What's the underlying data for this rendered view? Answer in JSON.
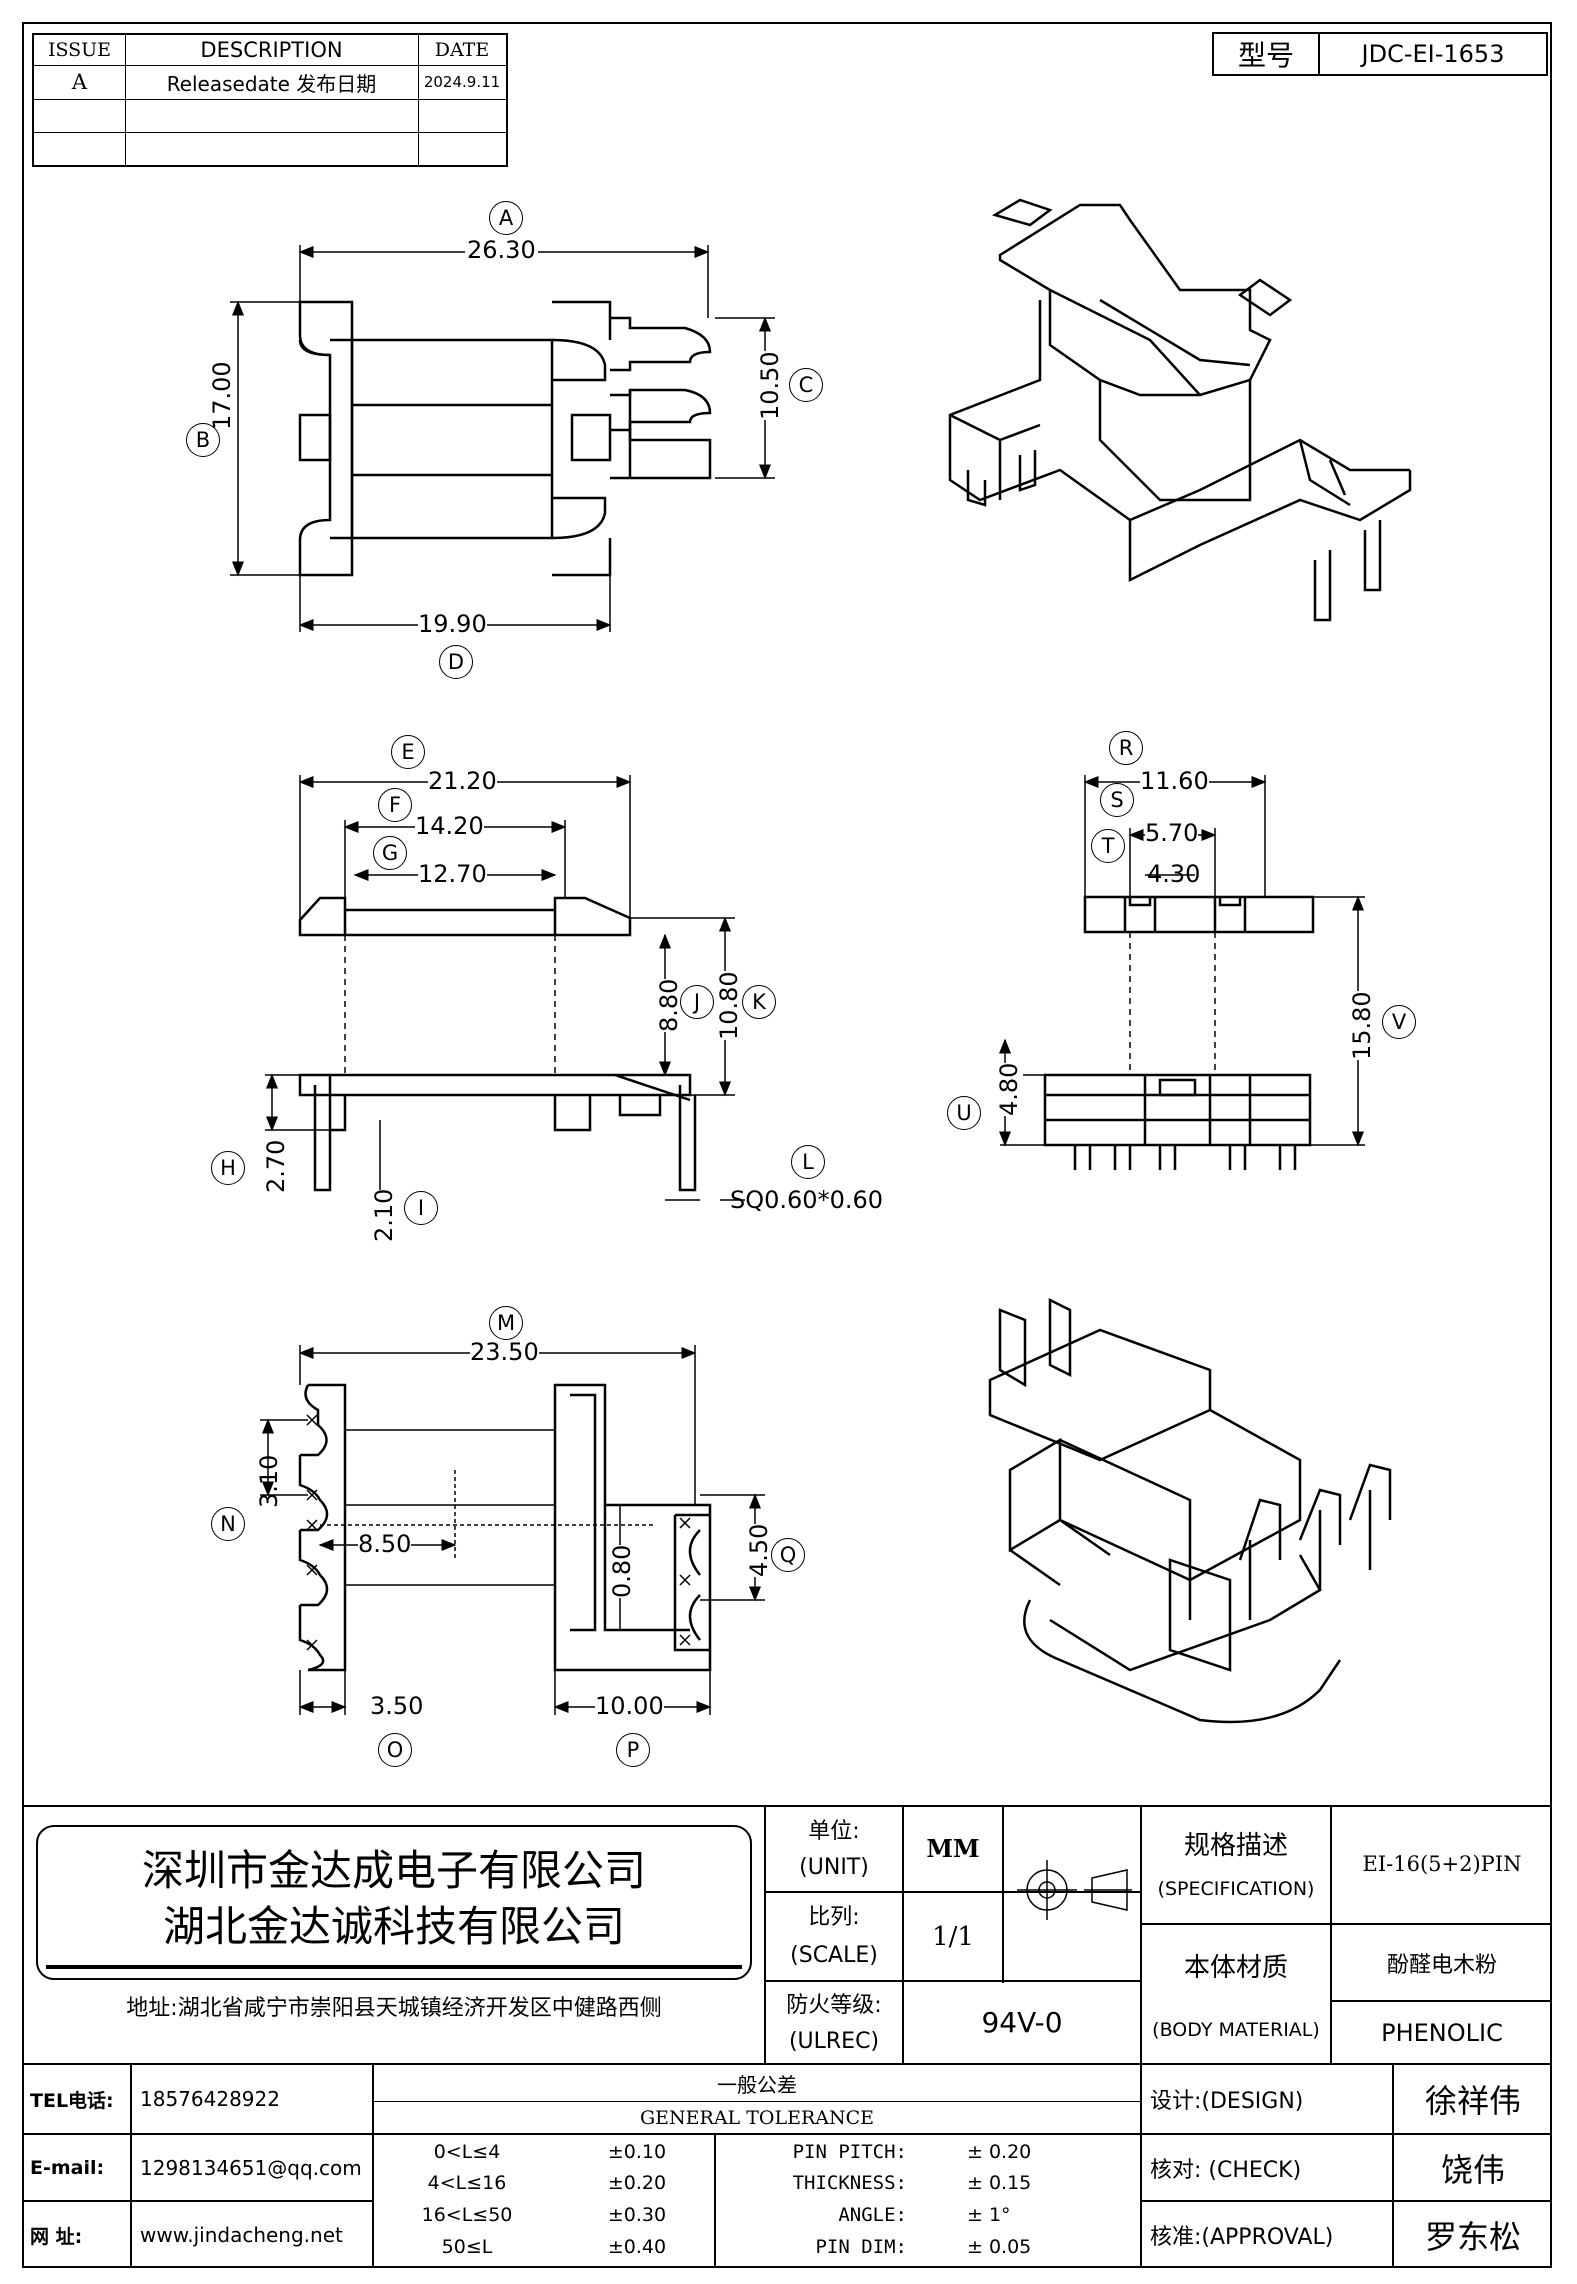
{
  "revision_table": {
    "headers": {
      "issue": "ISSUE",
      "description": "DESCRIPTION",
      "date": "DATE"
    },
    "rows": [
      {
        "issue": "A",
        "description": "Releasedate 发布日期",
        "date": "2024.9.11"
      }
    ]
  },
  "model": {
    "label": "型号",
    "value": "JDC-EI-1653"
  },
  "dimensions": {
    "A": "26.30",
    "B": "17.00",
    "C": "10.50",
    "D": "19.90",
    "E": "21.20",
    "F": "14.20",
    "G": "12.70",
    "H": "2.70",
    "I": "2.10",
    "J": "8.80",
    "K": "10.80",
    "L": "SQ0.60*0.60",
    "R": "11.60",
    "S": "5.70",
    "T": "4.30",
    "U": "4.80",
    "V": "15.80",
    "M": "23.50",
    "N": "3.10",
    "O": "3.50",
    "P": "10.00",
    "Q": "4.50",
    "inner_8_50": "8.50",
    "inner_0_80": "0.80"
  },
  "dim_letters": [
    "A",
    "B",
    "C",
    "D",
    "E",
    "F",
    "G",
    "H",
    "I",
    "J",
    "K",
    "L",
    "R",
    "S",
    "T",
    "U",
    "V",
    "M",
    "N",
    "O",
    "P",
    "Q"
  ],
  "title_block": {
    "company_1": "深圳市金达成电子有限公司",
    "company_2": "湖北金达诚科技有限公司",
    "address": "地址:湖北省咸宁市崇阳县天城镇经济开发区中健路西侧",
    "unit_label_cn": "单位:",
    "unit_label_en": "(UNIT)",
    "unit_value": "MM",
    "scale_label_cn": "比列:",
    "scale_label_en": "(SCALE)",
    "scale_value": "1/1",
    "fire_label_cn": "防火等级:",
    "fire_label_en": "(ULREC)",
    "fire_value": "94V-0",
    "spec_label_cn": "规格描述",
    "spec_label_en": "(SPECIFICATION)",
    "spec_value": "EI-16(5+2)PIN",
    "material_label_cn": "本体材质",
    "material_label_en": "(BODY MATERIAL)",
    "material_value_cn": "酚醛电木粉",
    "material_value_en": "PHENOLIC",
    "tel_label": "TEL电话:",
    "tel_value": "18576428922",
    "email_label": "E-mail:",
    "email_value": "1298134651@qq.com",
    "web_label": "网  址:",
    "web_value": "www.jindacheng.net",
    "tolerance_cn": "一般公差",
    "tolerance_en": "GENERAL TOLERANCE",
    "tolerances": [
      {
        "range": "0<L≤4",
        "value": "±0.10"
      },
      {
        "range": "4<L≤16",
        "value": "±0.20"
      },
      {
        "range": "16<L≤50",
        "value": "±0.30"
      },
      {
        "range": "50≤L",
        "value": "±0.40"
      }
    ],
    "specs": [
      {
        "label": "PIN PITCH:",
        "value": "± 0.20"
      },
      {
        "label": "THICKNESS:",
        "value": "± 0.15"
      },
      {
        "label": "ANGLE:",
        "value": "± 1°"
      },
      {
        "label": "PIN DIM:",
        "value": "± 0.05"
      }
    ],
    "design_label": "设计:(DESIGN)",
    "design_value": "徐祥伟",
    "check_label": "核对: (CHECK)",
    "check_value": "饶伟",
    "approval_label": "核准:(APPROVAL)",
    "approval_value": "罗东松"
  }
}
